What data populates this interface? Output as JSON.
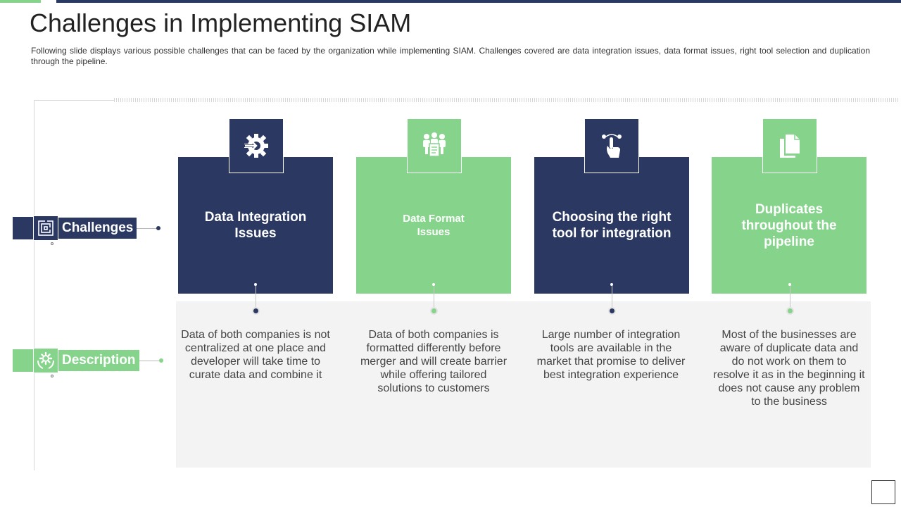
{
  "slide": {
    "title": "Challenges in Implementing SIAM",
    "subtitle": "Following slide displays various  possible challenges that can be faced by the organization while implementing SIAM. Challenges covered  are data integration issues, data format issues, right tool selection and duplication through the pipeline."
  },
  "rows": {
    "challenges_label": "Challenges",
    "description_label": "Description"
  },
  "colors": {
    "navy": "#2b3861",
    "green": "#86d48b",
    "panel": "#f3f3f3"
  },
  "cards": [
    {
      "title": "Data Integration Issues",
      "icon": "gear-arrow-icon",
      "color": "navy",
      "description": "Data of both companies is not centralized at one place and developer will take time to curate data and combine it"
    },
    {
      "title": "Data Format Issues",
      "icon": "team-document-icon",
      "color": "green",
      "description": "Data of both companies is formatted differently before merger and will create barrier while offering tailored solutions to customers"
    },
    {
      "title": "Choosing the right tool for integration",
      "icon": "hand-pointer-icon",
      "color": "navy",
      "description": "Large number  of integration tools are available in the market that promise to deliver best integration experience"
    },
    {
      "title": "Duplicates throughout the pipeline",
      "icon": "copy-document-icon",
      "color": "green",
      "description": "Most of the businesses are aware of duplicate data and do not work on them to resolve it as in the beginning it does not cause any problem to the business"
    }
  ]
}
